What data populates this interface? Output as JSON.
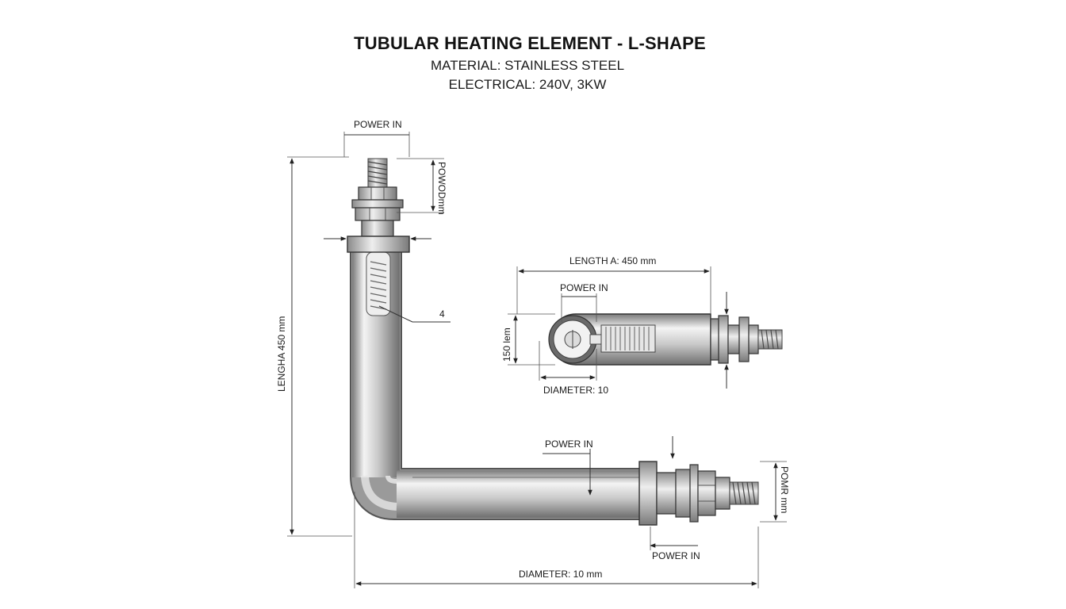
{
  "title": "TUBULAR HEATING ELEMENT - L-SHAPE",
  "material": "MATERIAL: STAINLESS STEEL",
  "electrical": "ELECTRICAL: 240V, 3KW",
  "labels": {
    "top_power_in": "POWER IN",
    "top_side_dim": "POWODmm",
    "callout_4": "4",
    "left_length": "LENGHA 450 mm",
    "inset_length": "LENGTH A: 450 mm",
    "inset_power_in": "POWER IN",
    "inset_side_dim": "150 lem",
    "inset_diameter": "DIAMETER: 10",
    "bottom_power_in_top": "POWER IN",
    "bottom_side_dim": "POMR mm",
    "bottom_power_in_below": "POWER IN",
    "bottom_diameter": "DIAMETER: 10 mm"
  },
  "colors": {
    "steel_light": "#f4f4f4",
    "steel_mid": "#c4c4c4",
    "steel_dark": "#6e6e6e",
    "line": "#333333"
  }
}
